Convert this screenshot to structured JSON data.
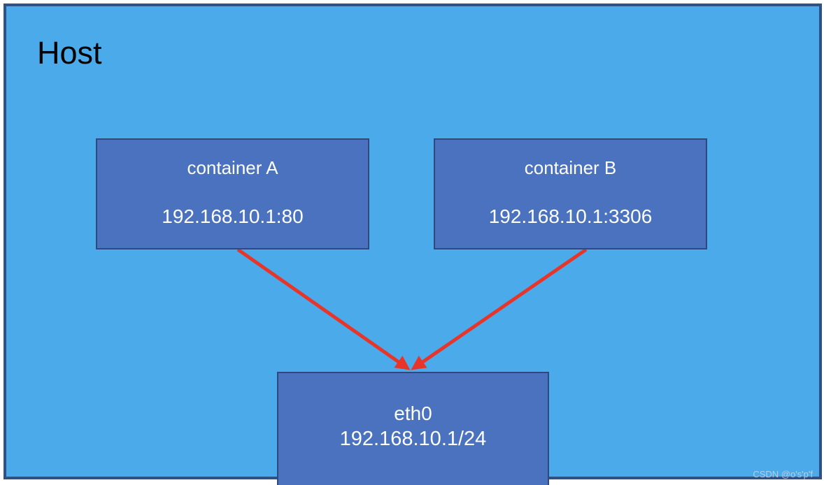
{
  "diagram": {
    "title": "Host",
    "background_color": "#4BAAEA",
    "border_color": "#2E5288",
    "node_fill_color": "#4A72BE",
    "node_border_color": "#2E4A7D",
    "arrow_color": "#E8352A",
    "nodes": [
      {
        "id": "container-a",
        "title": "container A",
        "address": "192.168.10.1:80"
      },
      {
        "id": "container-b",
        "title": "container B",
        "address": "192.168.10.1:3306"
      },
      {
        "id": "eth0",
        "title": "eth0",
        "address": "192.168.10.1/24"
      }
    ],
    "connections": [
      {
        "from": "container-a",
        "to": "eth0",
        "style": "arrow"
      },
      {
        "from": "container-b",
        "to": "eth0",
        "style": "arrow"
      }
    ]
  },
  "watermark": {
    "text": "CSDN @o's'p'f"
  }
}
